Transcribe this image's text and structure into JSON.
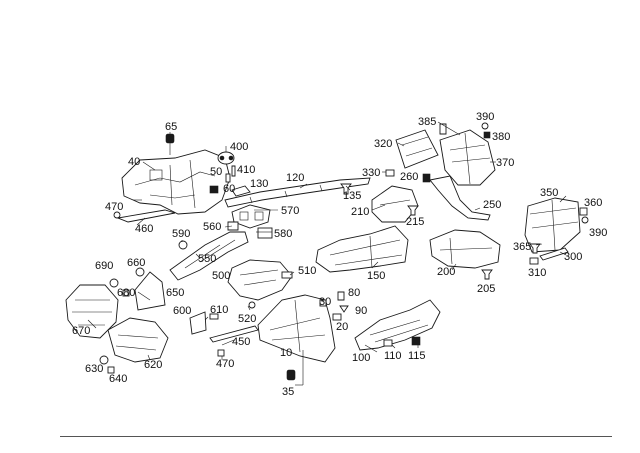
{
  "callouts": [
    {
      "id": "65",
      "text": "65"
    },
    {
      "id": "40",
      "text": "40"
    },
    {
      "id": "400",
      "text": "400"
    },
    {
      "id": "50",
      "text": "50"
    },
    {
      "id": "410",
      "text": "410"
    },
    {
      "id": "60",
      "text": "60"
    },
    {
      "id": "130",
      "text": "130"
    },
    {
      "id": "120",
      "text": "120"
    },
    {
      "id": "135",
      "text": "135"
    },
    {
      "id": "470a",
      "text": "470"
    },
    {
      "id": "460",
      "text": "460"
    },
    {
      "id": "570",
      "text": "570"
    },
    {
      "id": "560",
      "text": "560"
    },
    {
      "id": "580",
      "text": "580"
    },
    {
      "id": "590",
      "text": "590"
    },
    {
      "id": "550",
      "text": "550"
    },
    {
      "id": "690",
      "text": "690"
    },
    {
      "id": "660",
      "text": "660"
    },
    {
      "id": "680",
      "text": "680"
    },
    {
      "id": "650",
      "text": "650"
    },
    {
      "id": "670",
      "text": "670"
    },
    {
      "id": "500",
      "text": "500"
    },
    {
      "id": "510",
      "text": "510"
    },
    {
      "id": "600",
      "text": "600"
    },
    {
      "id": "610",
      "text": "610"
    },
    {
      "id": "520",
      "text": "520"
    },
    {
      "id": "450",
      "text": "450"
    },
    {
      "id": "470b",
      "text": "470"
    },
    {
      "id": "620",
      "text": "620"
    },
    {
      "id": "630",
      "text": "630"
    },
    {
      "id": "640",
      "text": "640"
    },
    {
      "id": "10",
      "text": "10"
    },
    {
      "id": "35",
      "text": "35"
    },
    {
      "id": "30",
      "text": "30"
    },
    {
      "id": "80",
      "text": "80"
    },
    {
      "id": "90",
      "text": "90"
    },
    {
      "id": "20",
      "text": "20"
    },
    {
      "id": "100",
      "text": "100"
    },
    {
      "id": "110",
      "text": "110"
    },
    {
      "id": "115",
      "text": "115"
    },
    {
      "id": "150",
      "text": "150"
    },
    {
      "id": "210",
      "text": "210"
    },
    {
      "id": "215",
      "text": "215"
    },
    {
      "id": "330",
      "text": "330"
    },
    {
      "id": "320",
      "text": "320"
    },
    {
      "id": "260",
      "text": "260"
    },
    {
      "id": "385",
      "text": "385"
    },
    {
      "id": "390a",
      "text": "390"
    },
    {
      "id": "380",
      "text": "380"
    },
    {
      "id": "370",
      "text": "370"
    },
    {
      "id": "250",
      "text": "250"
    },
    {
      "id": "200",
      "text": "200"
    },
    {
      "id": "205",
      "text": "205"
    },
    {
      "id": "350",
      "text": "350"
    },
    {
      "id": "360",
      "text": "360"
    },
    {
      "id": "390b",
      "text": "390"
    },
    {
      "id": "365",
      "text": "365"
    },
    {
      "id": "300",
      "text": "300"
    },
    {
      "id": "310",
      "text": "310"
    }
  ]
}
